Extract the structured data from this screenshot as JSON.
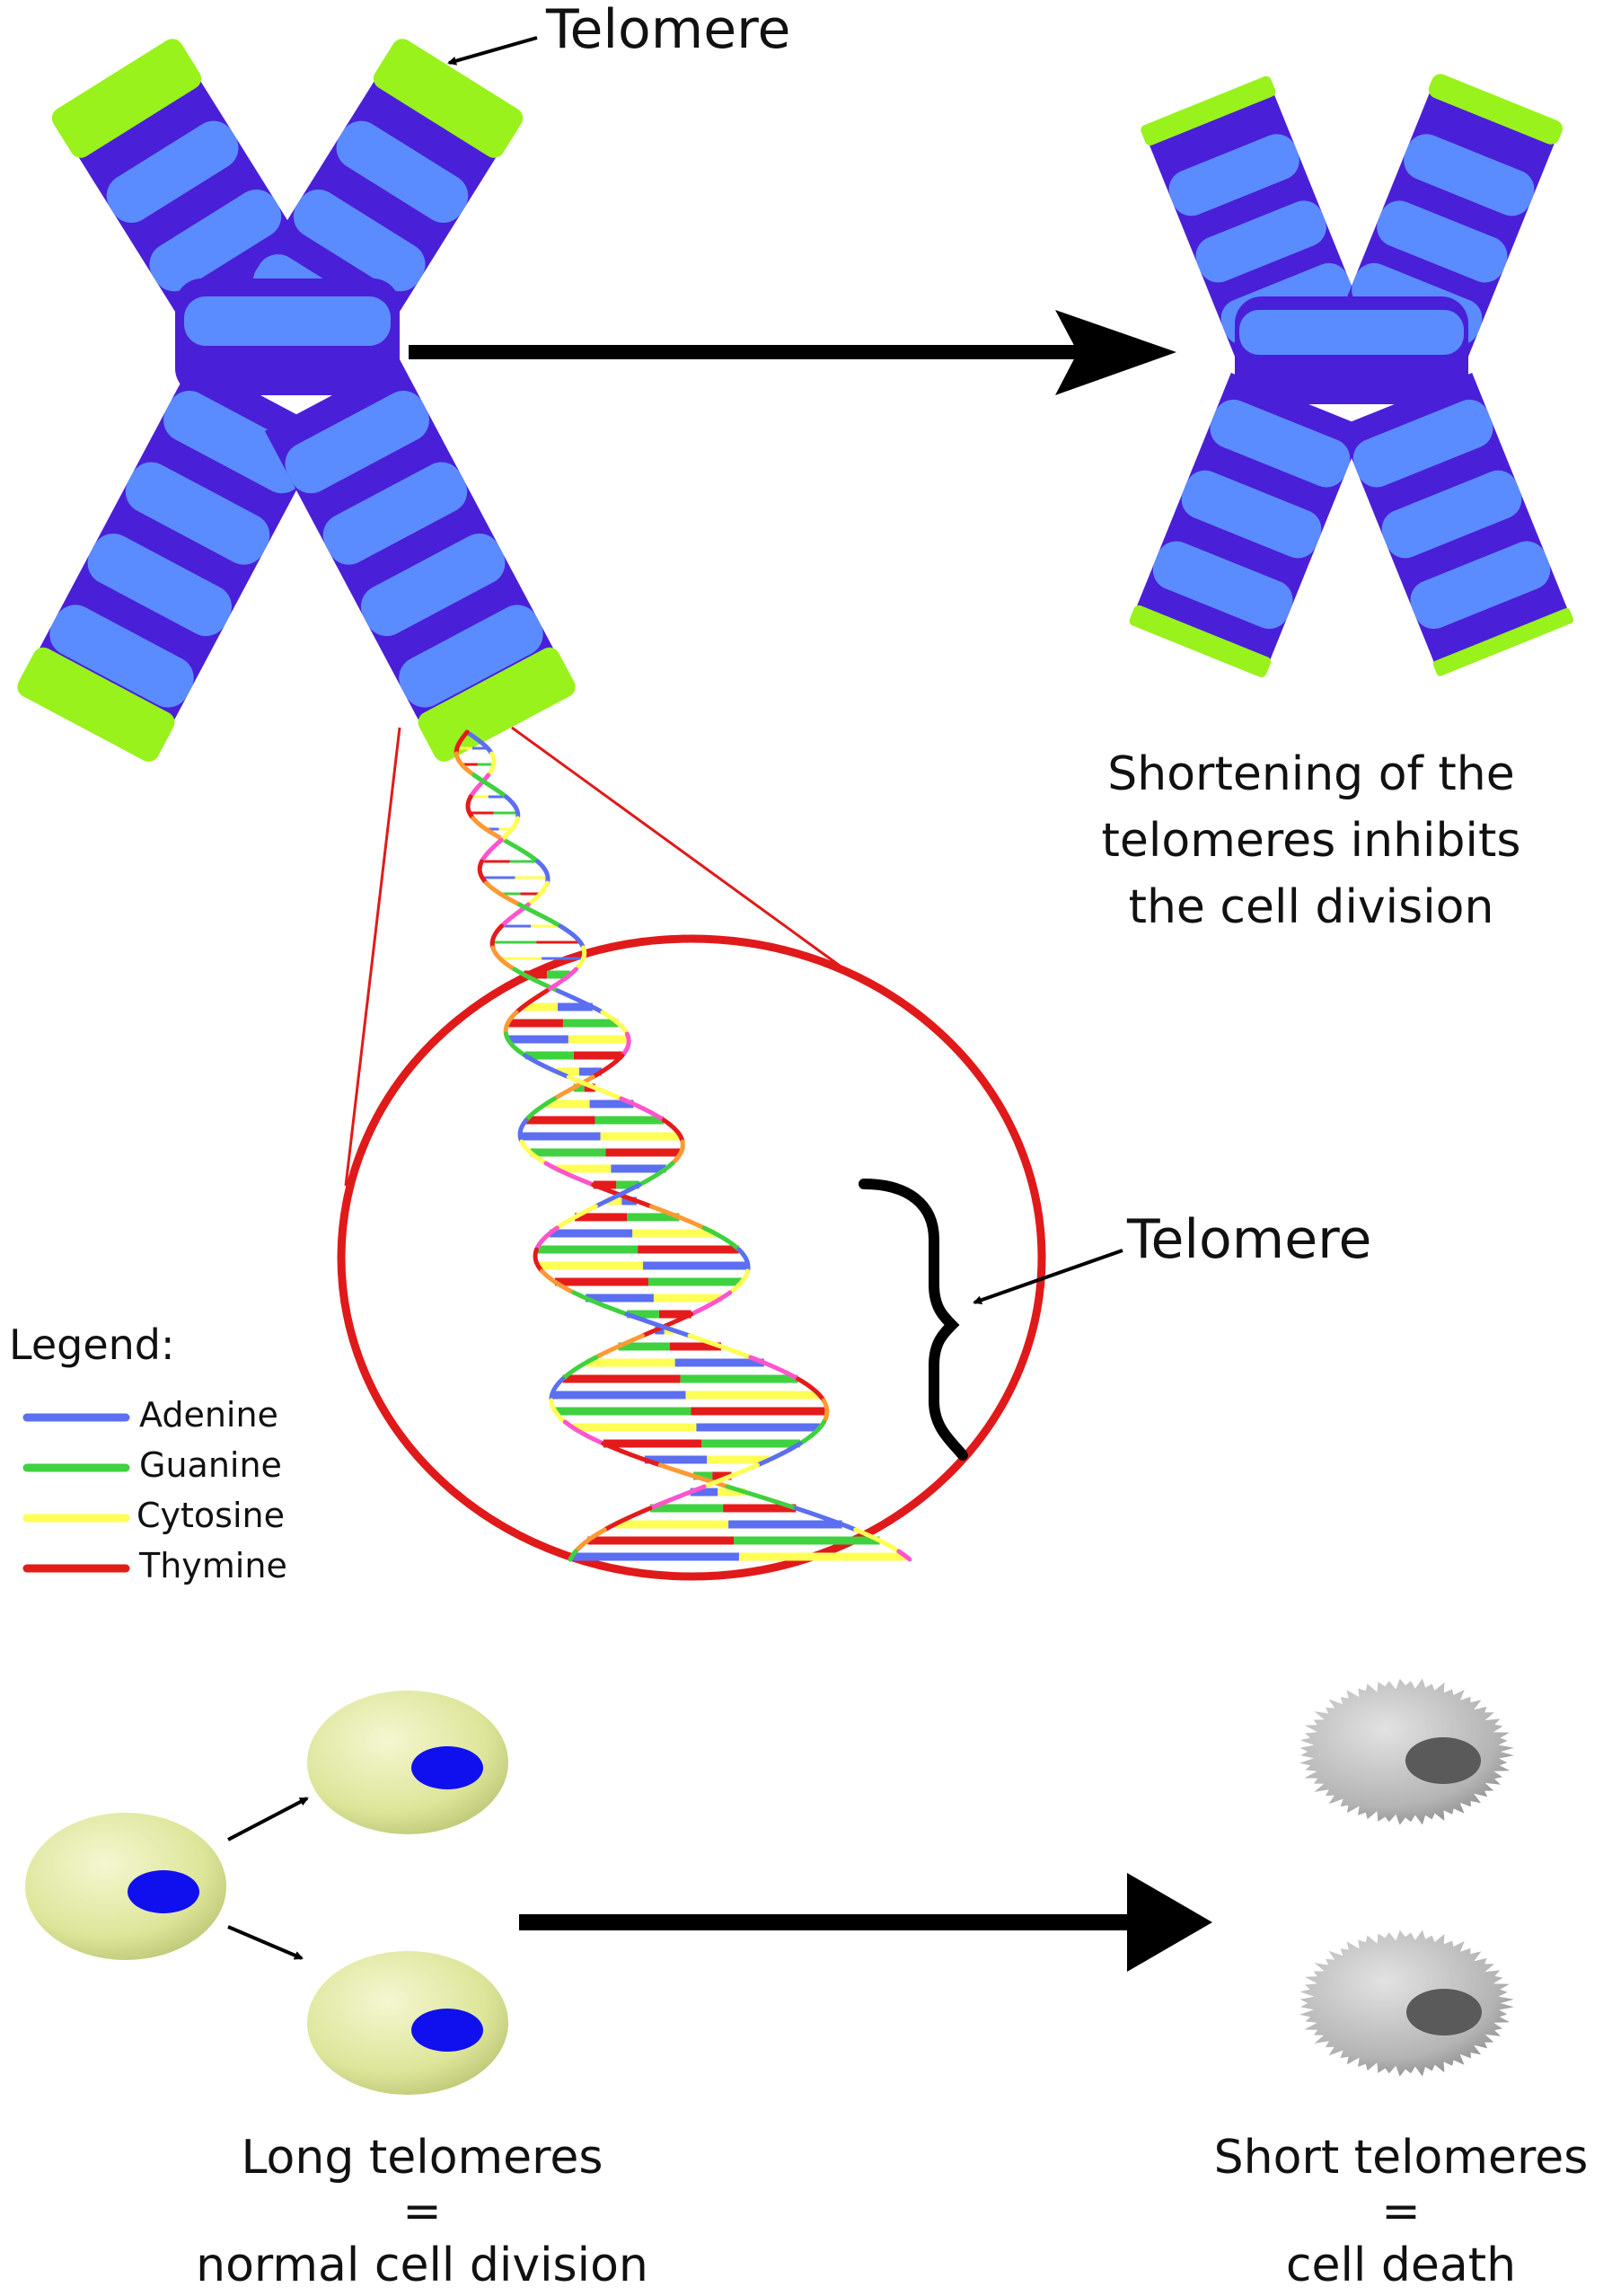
{
  "labels": {
    "telomere_top": "Telomere",
    "telomere_zoom": "Telomere",
    "shortening": [
      "Shortening of the",
      "telomeres inhibits",
      "the cell division"
    ],
    "long": [
      "Long telomeres",
      "=",
      "normal cell division"
    ],
    "short": [
      "Short telomeres",
      "=",
      "cell death"
    ]
  },
  "legend": {
    "title": "Legend:",
    "items": [
      {
        "label": "Adenine",
        "color": "#5b6ff0"
      },
      {
        "label": "Guanine",
        "color": "#3fd13f"
      },
      {
        "label": "Cytosine",
        "color": "#ffff55"
      },
      {
        "label": "Thymine",
        "color": "#e41b1b"
      }
    ]
  },
  "colors": {
    "chromatid_dark": "#4a1fd8",
    "chromatid_light": "#5b8cff",
    "telomere_cap": "#99f21c",
    "zoom_circle": "#e01a1a",
    "cell_body": "#dfe6a0",
    "nucleus": "#1010ee",
    "dead_cell": "#b8b8b8",
    "dead_nucleus": "#5a5a5a"
  }
}
